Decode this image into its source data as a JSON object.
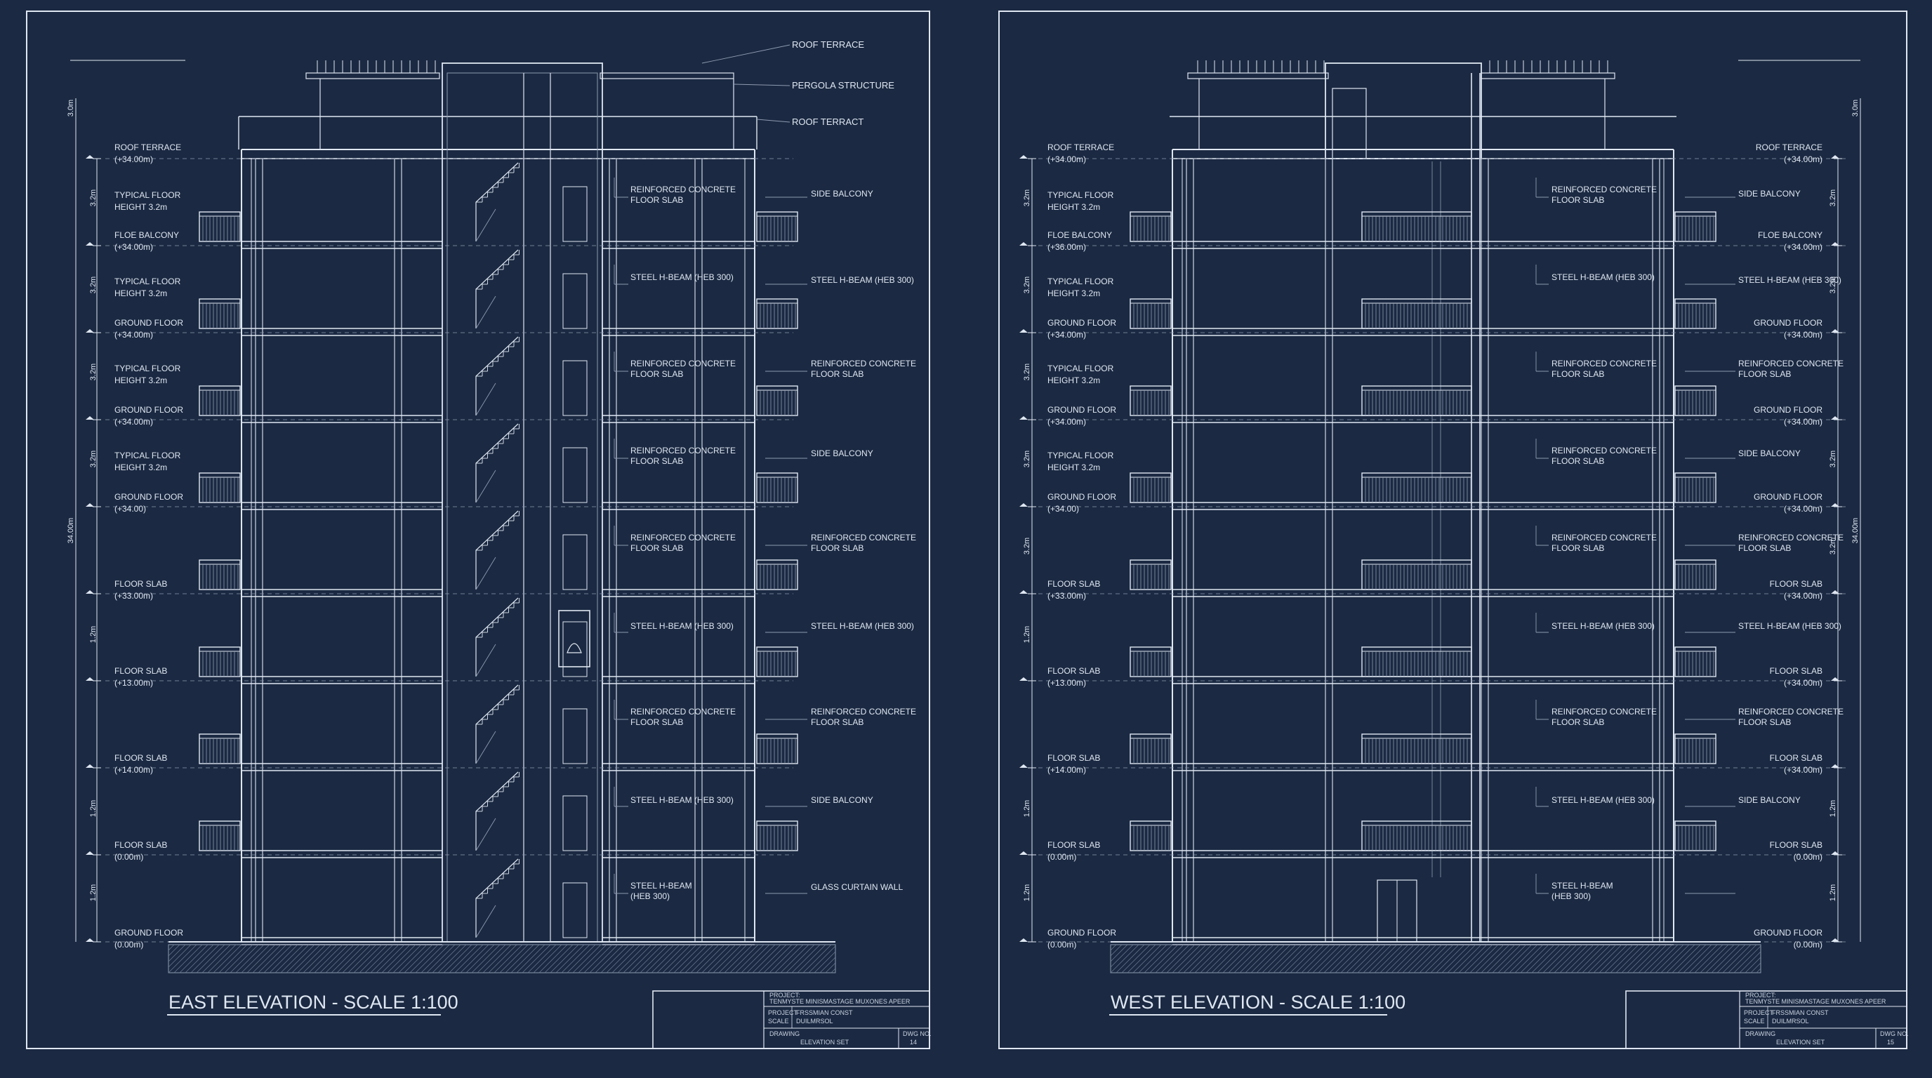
{
  "colors": {
    "background": "#1b2942",
    "line": "#dfe7f2",
    "line_dim": "#8e9ab0",
    "hatch": "#6f7c93"
  },
  "floors_count": 9,
  "east": {
    "title": "EAST ELEVATION - SCALE 1:100",
    "top_labels": [
      "ROOF TERRACE",
      "PERGOLA STRUCTURE",
      "ROOF TERRACT"
    ],
    "left_levels": [
      [
        "ROOF TERRACE",
        "(+34.00m)"
      ],
      [
        "FLOE BALCONY",
        "(+34.00m)"
      ],
      [
        "GROUND FLOOR",
        "(+34.00m)"
      ],
      [
        "GROUND FLOOR",
        "(+34.00m)"
      ],
      [
        "GROUND FLOOR",
        "(+34.00)"
      ],
      [
        "FLOOR SLAB",
        "(+33.00m)"
      ],
      [
        "FLOOR SLAB",
        "(+13.00m)"
      ],
      [
        "FLOOR SLAB",
        "(+14.00m)"
      ],
      [
        "FLOOR SLAB",
        "(0.00m)"
      ],
      [
        "GROUND FLOOR",
        "(0.00m)"
      ]
    ],
    "left_heights": [
      [
        "TYPICAL FLOOR",
        "HEIGHT 3.2m"
      ],
      [
        "TYPICAL FLOOR",
        "HEIGHT 3.2m"
      ],
      [
        "TYPICAL FLOOR",
        "HEIGHT 3.2m"
      ],
      [
        "TYPICAL FLOOR",
        "HEIGHT 3.2m"
      ]
    ],
    "dims": [
      "3.0m",
      "3.2m",
      "3.2m",
      "3.2m",
      "3.2m",
      "34.00m",
      "1.2m",
      "1.2m",
      "1.2m"
    ],
    "inner_labels": [
      [
        "REINFORCED CONCRETE",
        "FLOOR SLAB"
      ],
      [
        "STEEL H-BEAM (HEB 300)"
      ],
      [
        "REINFORCED CONCRETE",
        "FLOOR SLAB"
      ],
      [
        "REINFORCED CONCRETE",
        "FLOOR SLAB"
      ],
      [
        "REINFORCED CONCRETE",
        "FLOOR SLAB"
      ],
      [
        "STEEL H-BEAM (HEB 300)"
      ],
      [
        "REINFORCED CONCRETE",
        "FLOOR SLAB"
      ],
      [
        "STEEL H-BEAM (HEB 300)"
      ],
      [
        "STEEL H-BEAM",
        "(HEB 300)"
      ]
    ],
    "right_labels": [
      [
        "SIDE BALCONY"
      ],
      [
        "STEEL H-BEAM (HEB 300)"
      ],
      [
        "REINFORCED CONCRETE",
        "FLOOR SLAB"
      ],
      [
        "SIDE BALCONY"
      ],
      [
        "REINFORCED CONCRETE",
        "FLOOR SLAB"
      ],
      [
        "STEEL H-BEAM (HEB 300)"
      ],
      [
        "REINFORCED CONCRETE",
        "FLOOR SLAB"
      ],
      [
        "SIDE BALCONY"
      ],
      [
        "GLASS CURTAIN WALL"
      ]
    ],
    "title_block": {
      "project_label": "PROJECT:",
      "project_value": "TENMYSTE MINISMASTAGE MUXONES APEER",
      "row2_label": "PROJECT",
      "row2_value": "FRSSMIAN CONST",
      "row3_label": "SCALE",
      "row3_value": "DUILMRSOL",
      "drawing_label": "DRAWING",
      "drawing_value": "ELEVATION SET",
      "dwg_label": "DWG NO.",
      "dwg_value": "14"
    }
  },
  "west": {
    "title": "WEST ELEVATION - SCALE 1:100",
    "left_levels": [
      [
        "ROOF TERRACE",
        "(+34.00m)"
      ],
      [
        "FLOE BALCONY",
        "(+36.00m)"
      ],
      [
        "GROUND FLOOR",
        "(+34.00m)"
      ],
      [
        "GROUND FLOOR",
        "(+34.00m)"
      ],
      [
        "GROUND FLOOR",
        "(+34.00)"
      ],
      [
        "FLOOR SLAB",
        "(+33.00m)"
      ],
      [
        "FLOOR SLAB",
        "(+13.00m)"
      ],
      [
        "FLOOR SLAB",
        "(+14.00m)"
      ],
      [
        "FLOOR SLAB",
        "(0.00m)"
      ],
      [
        "GROUND FLOOR",
        "(0.00m)"
      ]
    ],
    "left_heights": [
      [
        "TYPICAL FLOOR",
        "HEIGHT 3.2m"
      ],
      [
        "TYPICAL FLOOR",
        "HEIGHT 3.2m"
      ],
      [
        "TYPICAL FLOOR",
        "HEIGHT 3.2m"
      ],
      [
        "TYPICAL FLOOR",
        "HEIGHT 3.2m"
      ]
    ],
    "left_dims": [
      "3.2m",
      "3.2m",
      "3.2m",
      "3.2m",
      "3.2m",
      "1.2m",
      "1.2m",
      "1.2m"
    ],
    "right_dims": [
      "3.0m",
      "3.2m",
      "3.2m",
      "3.2m",
      "34.00m",
      "3.2m",
      "1.2m",
      "1.2m"
    ],
    "right_levels": [
      [
        "ROOF TERRACE",
        "(+34.00m)"
      ],
      [
        "FLOE BALCONY",
        "(+34.00m)"
      ],
      [
        "GROUND FLOOR",
        "(+34.00m)"
      ],
      [
        "GROUND FLOOR",
        "(+34.00m)"
      ],
      [
        "GROUND FLOOR",
        "(+34.00m)"
      ],
      [
        "FLOOR SLAB",
        "(+34.00m)"
      ],
      [
        "FLOOR SLAB",
        "(+34.00m)"
      ],
      [
        "FLOOR SLAB",
        "(+34.00m)"
      ],
      [
        "FLOOR SLAB",
        "(0.00m)"
      ],
      [
        "GROUND FLOOR",
        "(0.00m)"
      ]
    ],
    "inner_labels": [
      [
        "REINFORCED CONCRETE",
        "FLOOR SLAB"
      ],
      [
        "STEEL H-BEAM (HEB 300)"
      ],
      [
        "REINFORCED CONCRETE",
        "FLOOR SLAB"
      ],
      [
        "REINFORCED CONCRETE",
        "FLOOR SLAB"
      ],
      [
        "REINFORCED CONCRETE",
        "FLOOR SLAB"
      ],
      [
        "STEEL H-BEAM (HEB 300)"
      ],
      [
        "REINFORCED CONCRETE",
        "FLOOR SLAB"
      ],
      [
        "STEEL H-BEAM (HEB 300)"
      ],
      [
        "STEEL H-BEAM",
        "(HEB 300)"
      ]
    ],
    "right_labels": [
      [
        "SIDE BALCONY"
      ],
      [
        "STEEL H-BEAM (HEB 300)"
      ],
      [
        "REINFORCED CONCRETE",
        "FLOOR SLAB"
      ],
      [
        "SIDE BALCONY"
      ],
      [
        "REINFORCED CONCRETE",
        "FLOOR SLAB"
      ],
      [
        "STEEL H-BEAM (HEB 300)"
      ],
      [
        "REINFORCED CONCRETE",
        "FLOOR SLAB"
      ],
      [
        "SIDE BALCONY"
      ]
    ],
    "title_block": {
      "project_label": "PROJECT:",
      "project_value": "TENMYSTE MINISMASTAGE MUXONES APEER",
      "row2_label": "PROJECT",
      "row2_value": "FRSSMIAN CONST",
      "row3_label": "SCALE",
      "row3_value": "DUILMRSOL",
      "drawing_label": "DRAWING",
      "drawing_value": "ELEVATION SET",
      "dwg_label": "DWG NO.",
      "dwg_value": "15"
    }
  }
}
